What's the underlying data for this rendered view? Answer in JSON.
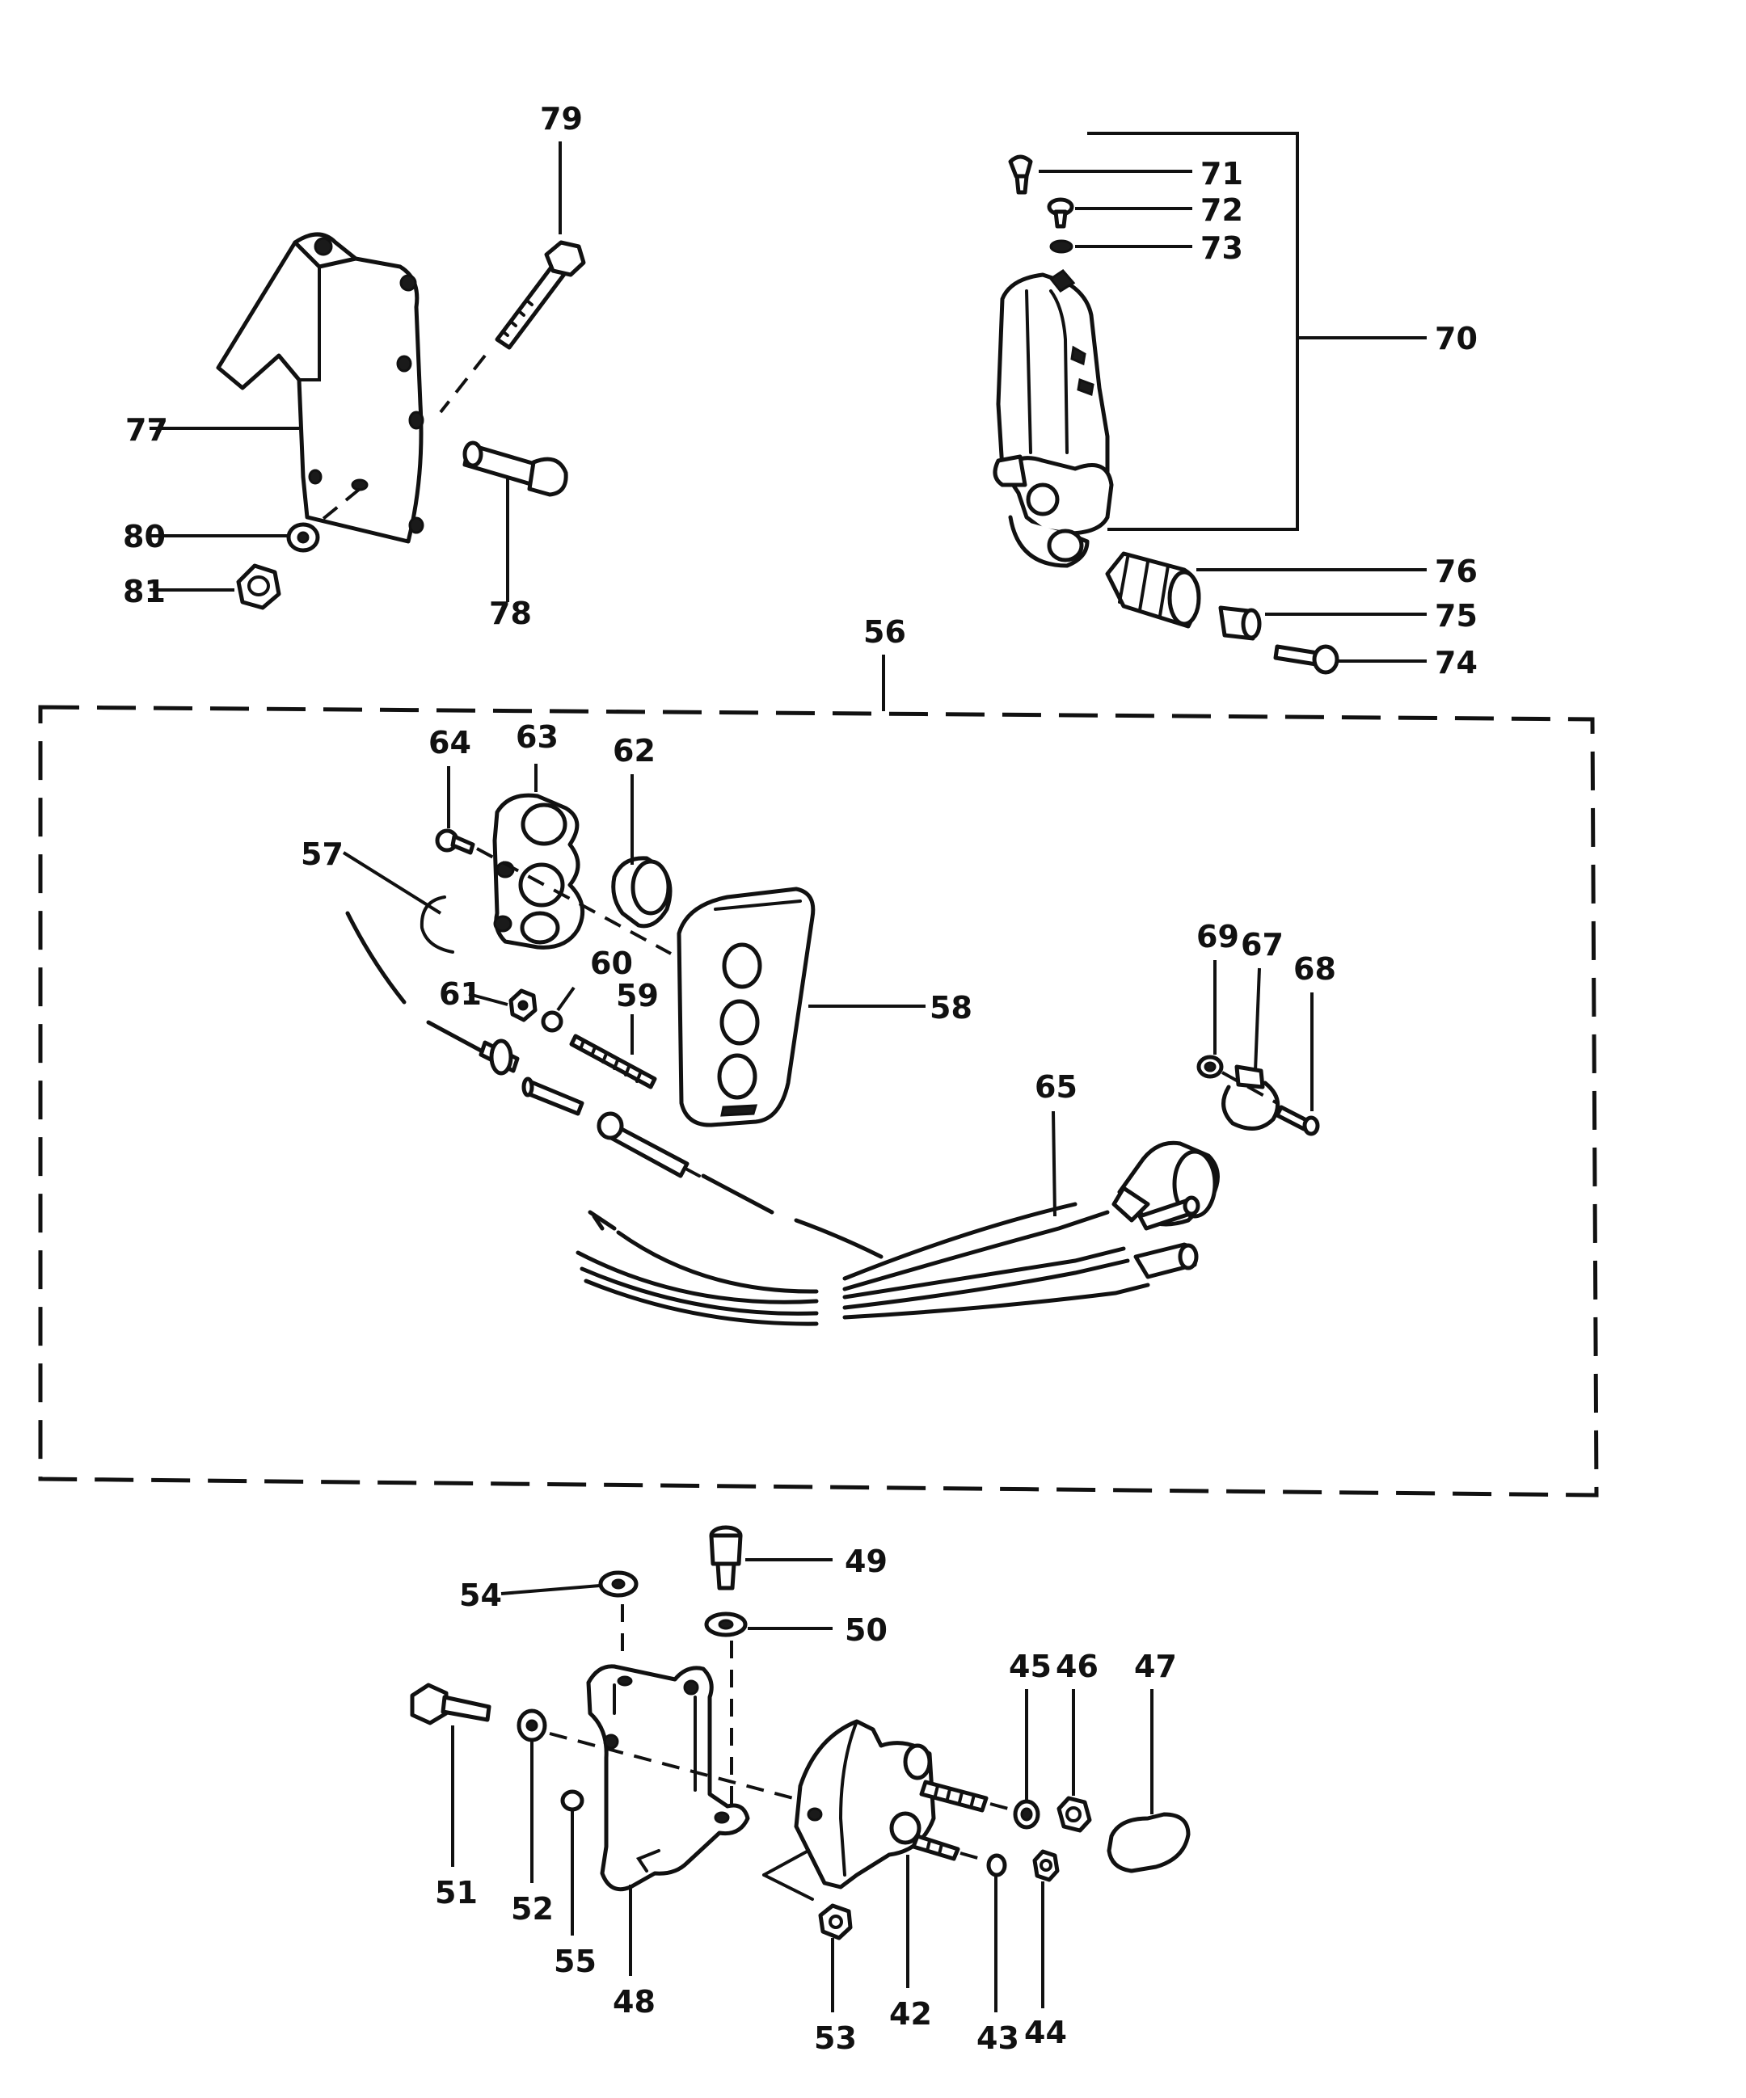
{
  "callouts": {
    "c42": "42",
    "c43": "43",
    "c44": "44",
    "c45": "45",
    "c46": "46",
    "c47": "47",
    "c48": "48",
    "c49": "49",
    "c50": "50",
    "c51": "51",
    "c52": "52",
    "c53": "53",
    "c54": "54",
    "c55": "55",
    "c56": "56",
    "c57": "57",
    "c58": "58",
    "c59": "59",
    "c60": "60",
    "c61": "61",
    "c62": "62",
    "c63": "63",
    "c64": "64",
    "c65": "65",
    "c67": "67",
    "c68": "68",
    "c69": "69",
    "c70": "70",
    "c71": "71",
    "c72": "72",
    "c73": "73",
    "c74": "74",
    "c75": "75",
    "c76": "76",
    "c77": "77",
    "c78": "78",
    "c79": "79",
    "c80": "80",
    "c81": "81"
  }
}
